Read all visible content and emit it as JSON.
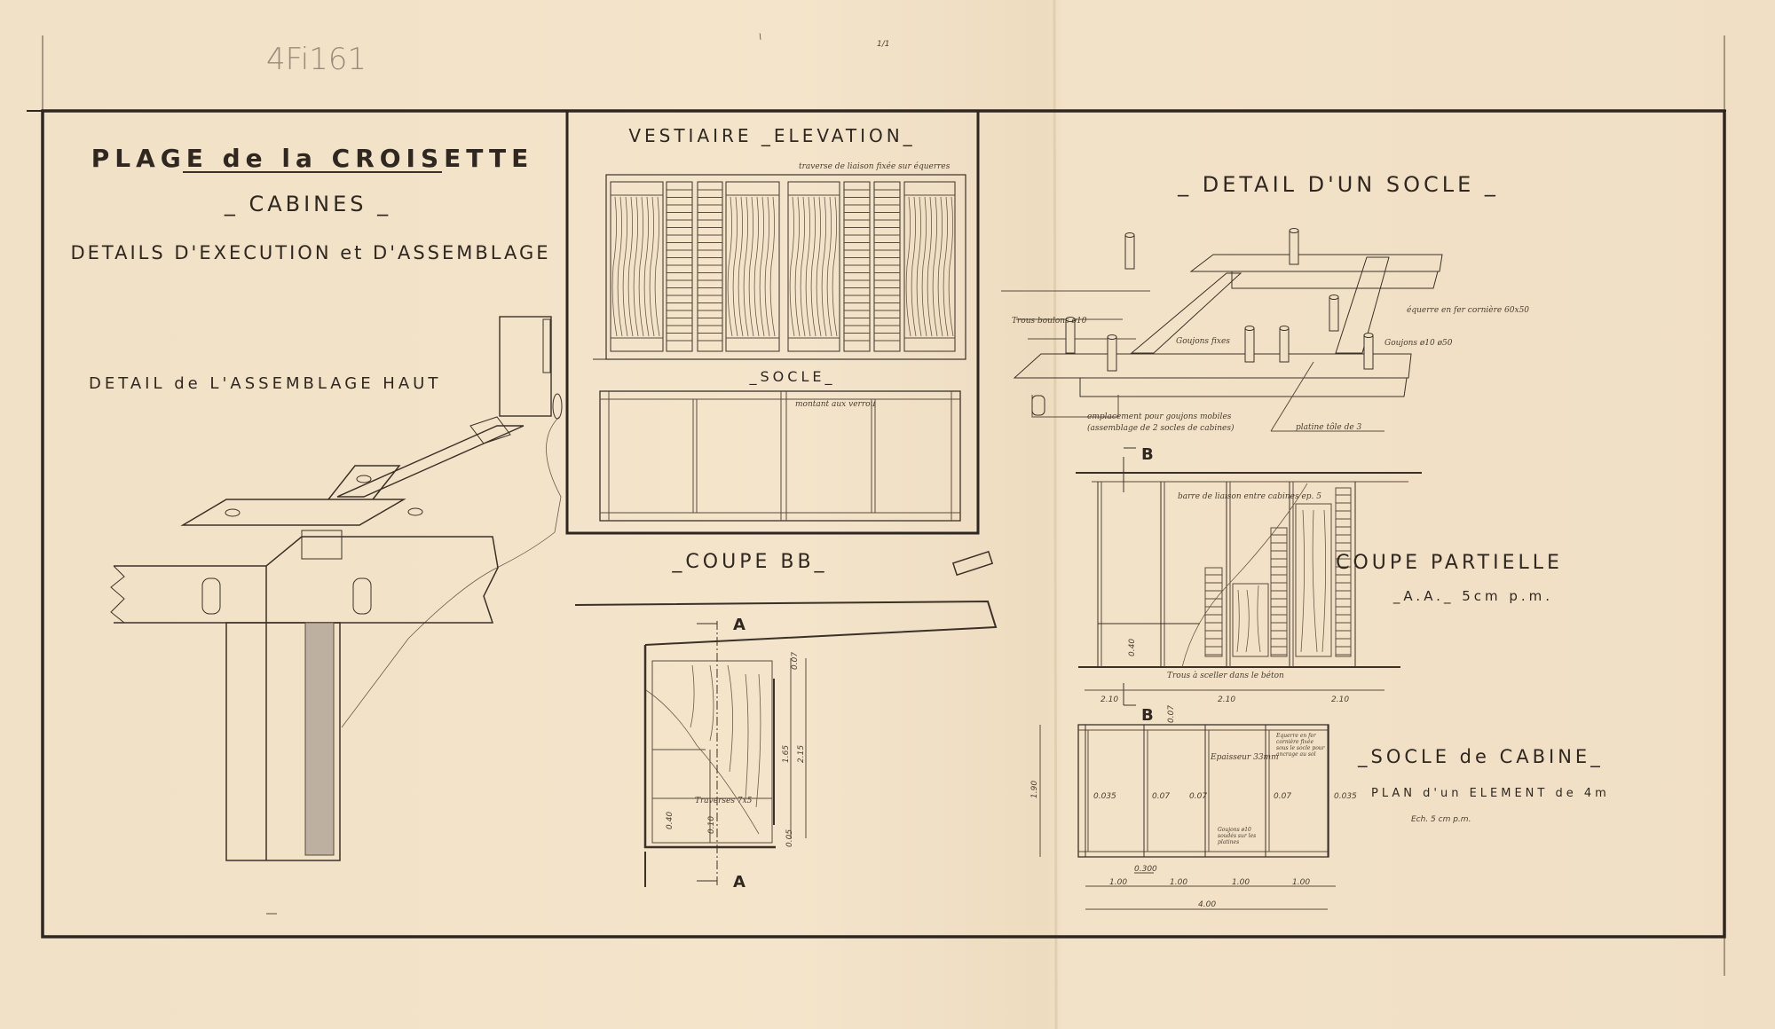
{
  "archive_ref": "4Fi161",
  "sheet_marks": {
    "top_mark": "\\",
    "sheet_number": "1/1"
  },
  "header": {
    "title": "PLAGE de la CROISETTE",
    "subtitle": "_ CABINES _",
    "description": "DETAILS D'EXECUTION et D'ASSEMBLAGE"
  },
  "assembly_detail": {
    "title": "DETAIL de L'ASSEMBLAGE HAUT"
  },
  "vestiaire": {
    "title": "VESTIAIRE _ELEVATION_",
    "note": "traverse de liaison fixée sur équerres",
    "socle_title": "_SOCLE_",
    "socle_note": "montant aux verrou"
  },
  "coupe_bb": {
    "title": "_COUPE BB_",
    "section_mark": "A",
    "note_traverses": "Traverses 7x5",
    "dims": [
      "1.65",
      "2.15",
      "0.40",
      "0.07",
      "0.10",
      "0.05"
    ]
  },
  "socle_detail": {
    "title": "_ DETAIL D'UN SOCLE _",
    "notes": {
      "bolt_holes": "Trous boulons ø10",
      "fixed_pins": "Goujons fixes",
      "angle": "équerre en fer cornière 60x50",
      "pins": "Goujons ø10 ø50",
      "mobile_pins": "emplacement pour goujons mobiles",
      "mobile_pins_2": "(assemblage de 2 socles de cabines)",
      "plate": "platine tôle de 3"
    }
  },
  "coupe_partielle": {
    "title": "COUPE PARTIELLE",
    "scale": "_A.A._  5cm p.m.",
    "section_mark": "B",
    "note_bar": "barre de liaison entre cabines ep. 5",
    "note_holes": "Trous à sceller dans le béton",
    "dims": [
      "2.10",
      "2.10",
      "2.10"
    ],
    "height_dim": "0.40"
  },
  "socle_cabine": {
    "title": "_SOCLE de CABINE_",
    "plan_label": "PLAN d'un ELEMENT de 4m",
    "scale": "Ech. 5 cm p.m.",
    "thickness": "Epaisseur 33mm",
    "angle_note": "Equerre en fer cornière fixée sous le socle pour ancrage au sol",
    "pins_note": "Goujons ø10 soudés sur les platines",
    "post_dims": [
      "0.035",
      "0.07",
      "0.07",
      "0.07",
      "0.035"
    ],
    "span_dims": [
      "1.00",
      "1.00",
      "1.00",
      "1.00"
    ],
    "total": "4.00",
    "depth": "1.90",
    "offset": "0.300",
    "top_dim": "0.07"
  }
}
